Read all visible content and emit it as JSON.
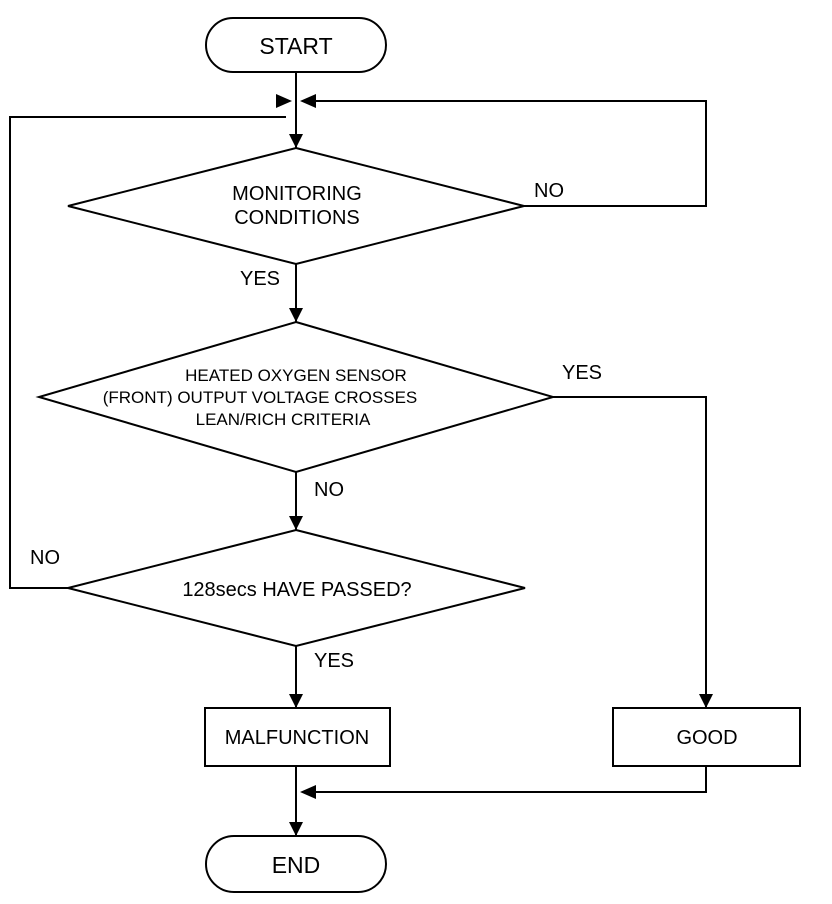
{
  "flowchart": {
    "start": "START",
    "end": "END",
    "decision_monitoring": {
      "line1": "MONITORING",
      "line2": "CONDITIONS",
      "no_label": "NO",
      "yes_label": "YES"
    },
    "decision_sensor": {
      "line1": "HEATED OXYGEN SENSOR",
      "line2": "(FRONT) OUTPUT VOLTAGE CROSSES",
      "line3": "LEAN/RICH CRITERIA",
      "yes_label": "YES",
      "no_label": "NO"
    },
    "decision_time": {
      "text": "128secs HAVE PASSED?",
      "no_label": "NO",
      "yes_label": "YES"
    },
    "malfunction": "MALFUNCTION",
    "good": "GOOD"
  }
}
